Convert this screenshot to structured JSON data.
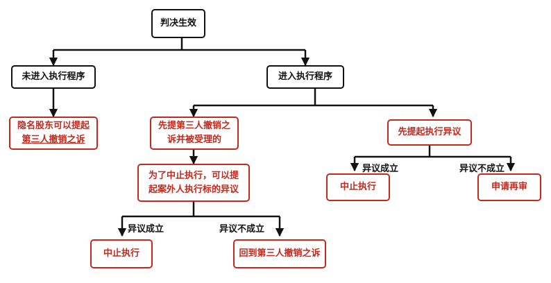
{
  "root": "判决生效",
  "left_branch": {
    "title": "未进入执行程序",
    "result_line1": "隐名股东可以提起",
    "result_line2": "第三人撤销之诉"
  },
  "right_branch": {
    "title": "进入执行程序",
    "mid_branch": {
      "title_line1": "先提第三人撤销之",
      "title_line2": "诉并被受理的",
      "next_line1": "为了中止执行，可以提",
      "next_line2": "起案外人执行标的异议",
      "yes_label": "异议成立",
      "no_label": "异议不成立",
      "yes_result": "中止执行",
      "no_result": "回到第三人撤销之诉"
    },
    "far_branch": {
      "title": "先提起执行异议",
      "yes_label": "异议成立",
      "no_label": "异议不成立",
      "yes_result": "中止执行",
      "no_result": "申请再审"
    }
  },
  "colors": {
    "line": "#111111",
    "red": "#c22a1e"
  }
}
